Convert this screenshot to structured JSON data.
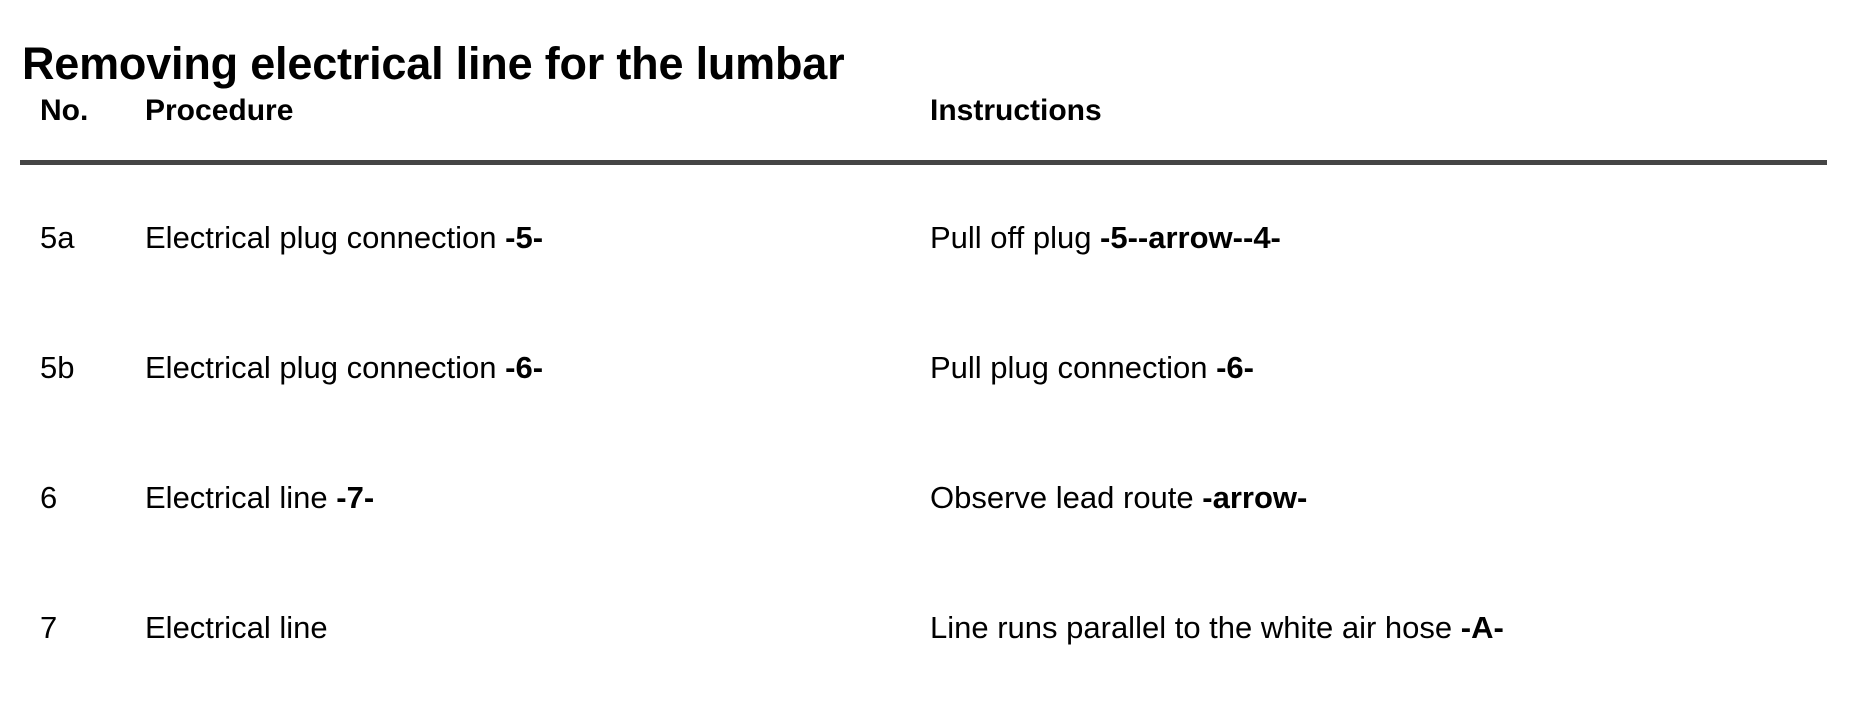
{
  "document": {
    "title": "Removing electrical line for the lumbar"
  },
  "table": {
    "columns": [
      {
        "key": "no",
        "label": "No."
      },
      {
        "key": "procedure",
        "label": "Procedure"
      },
      {
        "key": "instructions",
        "label": "Instructions"
      }
    ],
    "divider_color": "#454545",
    "rows": [
      {
        "no": "5a",
        "procedure_text": "Electrical plug connection ",
        "procedure_tag": "-5-",
        "instructions_text": "Pull off plug ",
        "instructions_tag": "-5--arrow--4-"
      },
      {
        "no": "5b",
        "procedure_text": "Electrical plug connection ",
        "procedure_tag": "-6-",
        "instructions_text": "Pull plug connection ",
        "instructions_tag": "-6-"
      },
      {
        "no": "6",
        "procedure_text": "Electrical line ",
        "procedure_tag": "-7-",
        "instructions_text": "Observe lead route ",
        "instructions_tag": "-arrow-"
      },
      {
        "no": "7",
        "procedure_text": "Electrical line",
        "procedure_tag": "",
        "instructions_text": "Line runs parallel to the white air hose ",
        "instructions_tag": "-A-"
      }
    ]
  }
}
